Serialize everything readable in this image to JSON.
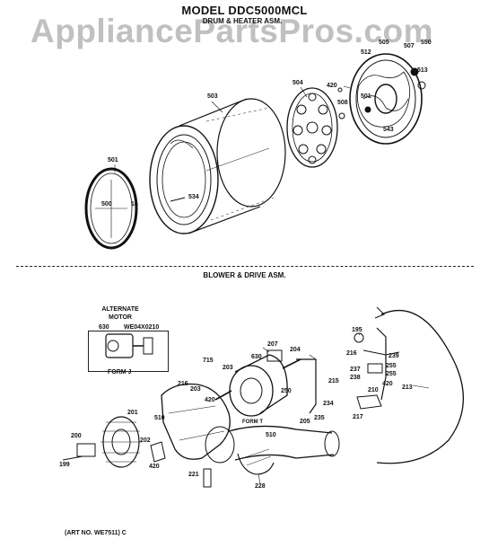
{
  "header": {
    "model_title": "MODEL DDC5000MCL",
    "section1_title": "DRUM & HEATER ASM.",
    "section2_title": "BLOWER & DRIVE ASM."
  },
  "watermark": "AppliancePartsPros.com",
  "alternate_motor": {
    "title_line1": "ALTERNATE",
    "title_line2": "MOTOR",
    "form_label": "FORM J"
  },
  "form_t_label": "FORM T",
  "art_number": "(ART NO. WE7511) C",
  "colors": {
    "ink": "#111111",
    "watermark": "#8c8c8c",
    "background": "#ffffff"
  },
  "part_labels": {
    "drum": [
      {
        "id": "503",
        "text": "503"
      },
      {
        "id": "504",
        "text": "504"
      },
      {
        "id": "505",
        "text": "505"
      },
      {
        "id": "507",
        "text": "507"
      },
      {
        "id": "550",
        "text": "550"
      },
      {
        "id": "512",
        "text": "512"
      },
      {
        "id": "420a",
        "text": "420"
      },
      {
        "id": "508",
        "text": "508"
      },
      {
        "id": "513",
        "text": "513"
      },
      {
        "id": "501b",
        "text": "501"
      },
      {
        "id": "543",
        "text": "543"
      },
      {
        "id": "534",
        "text": "534"
      },
      {
        "id": "501",
        "text": "501"
      },
      {
        "id": "500",
        "text": "500"
      },
      {
        "id": "14",
        "text": "14"
      }
    ],
    "blower": [
      {
        "id": "630a",
        "text": "630"
      },
      {
        "id": "we04x0210",
        "text": "WE04X0210"
      },
      {
        "id": "195",
        "text": "195"
      },
      {
        "id": "207",
        "text": "207"
      },
      {
        "id": "204",
        "text": "204"
      },
      {
        "id": "216a",
        "text": "216"
      },
      {
        "id": "239",
        "text": "239"
      },
      {
        "id": "255a",
        "text": "255"
      },
      {
        "id": "237",
        "text": "237"
      },
      {
        "id": "255b",
        "text": "255"
      },
      {
        "id": "238",
        "text": "238"
      },
      {
        "id": "715",
        "text": "715"
      },
      {
        "id": "203a",
        "text": "203"
      },
      {
        "id": "630b",
        "text": "630"
      },
      {
        "id": "215",
        "text": "215"
      },
      {
        "id": "420b",
        "text": "420"
      },
      {
        "id": "213",
        "text": "213"
      },
      {
        "id": "210",
        "text": "210"
      },
      {
        "id": "216b",
        "text": "216"
      },
      {
        "id": "203b",
        "text": "203"
      },
      {
        "id": "420c",
        "text": "420"
      },
      {
        "id": "250",
        "text": "250"
      },
      {
        "id": "234",
        "text": "234"
      },
      {
        "id": "217",
        "text": "217"
      },
      {
        "id": "201",
        "text": "201"
      },
      {
        "id": "510a",
        "text": "510"
      },
      {
        "id": "205",
        "text": "205"
      },
      {
        "id": "235",
        "text": "235"
      },
      {
        "id": "200",
        "text": "200"
      },
      {
        "id": "202",
        "text": "202"
      },
      {
        "id": "510b",
        "text": "510"
      },
      {
        "id": "199",
        "text": "199"
      },
      {
        "id": "420d",
        "text": "420"
      },
      {
        "id": "221",
        "text": "221"
      },
      {
        "id": "228",
        "text": "228"
      }
    ]
  }
}
